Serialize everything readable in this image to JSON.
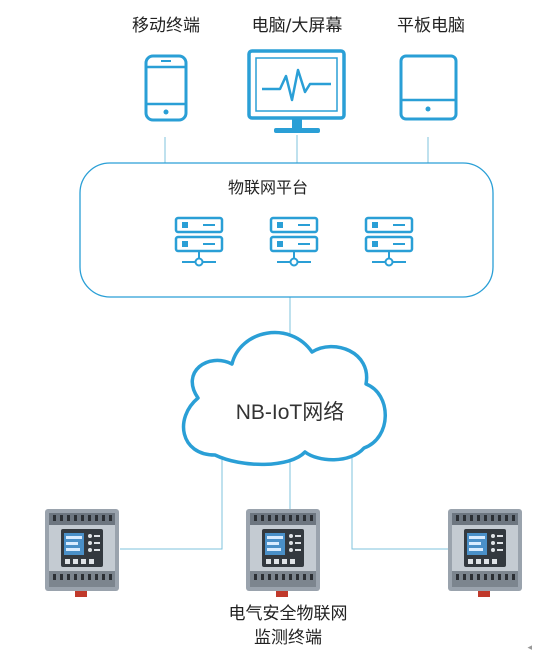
{
  "top_devices": [
    {
      "label": "移动终端",
      "icon": "mobile-phone-icon"
    },
    {
      "label": "电脑/大屏幕",
      "icon": "monitor-icon"
    },
    {
      "label": "平板电脑",
      "icon": "tablet-icon"
    }
  ],
  "platform": {
    "title": "物联网平台",
    "server_count": 3,
    "icon": "server-icon"
  },
  "network": {
    "label": "NB-IoT网络",
    "icon": "cloud-icon"
  },
  "terminals": {
    "line1": "电气安全物联网",
    "line2": "监测终端",
    "count": 3,
    "icon": "meter-device-icon"
  },
  "colors": {
    "accent": "#2a9fd6",
    "line": "#7fc3dd",
    "text": "#222222"
  },
  "corner_mark": "◂"
}
